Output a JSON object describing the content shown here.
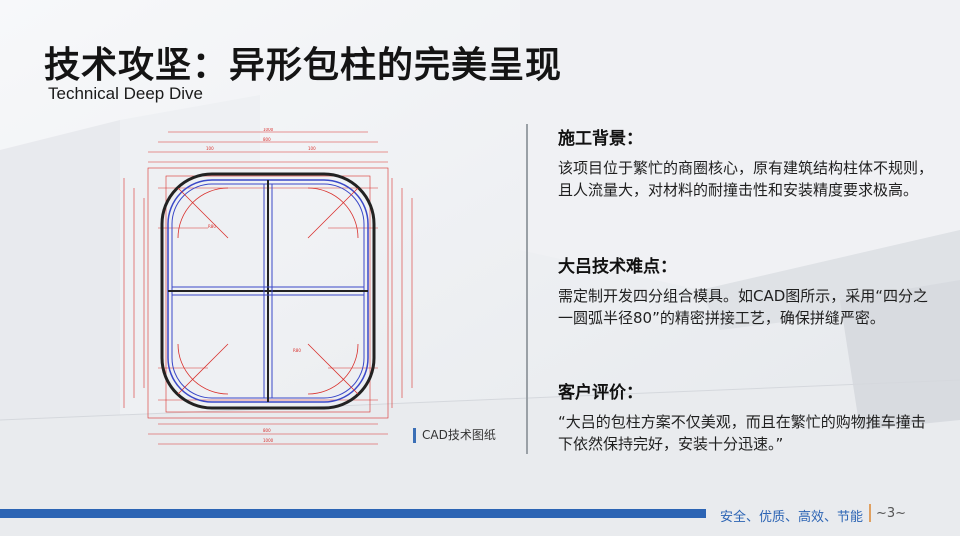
{
  "title": "技术攻坚：异形包柱的完美呈现",
  "subtitle": "Technical Deep Dive",
  "cad_caption": "CAD技术图纸",
  "sections": [
    {
      "heading": "施工背景：",
      "body": "该项目位于繁忙的商圈核心，原有建筑结构柱体不规则，且人流量大，对材料的耐撞击性和安装精度要求极高。"
    },
    {
      "heading": "大吕技术难点：",
      "body": "需定制开发四分组合模具。如CAD图所示，采用“四分之一圆弧半径80”的精密拼接工艺，确保拼缝严密。"
    },
    {
      "heading": "客户评价：",
      "body": "“大吕的包柱方案不仅美观，而且在繁忙的购物推车撞击下依然保持完好，安装十分迅速。”"
    }
  ],
  "footer": {
    "slogan": "安全、优质、高效、节能",
    "page": "~3~"
  },
  "colors": {
    "accent": "#2c64b4",
    "cad_red": "#d9302c",
    "cad_blue": "#3a48c8"
  }
}
